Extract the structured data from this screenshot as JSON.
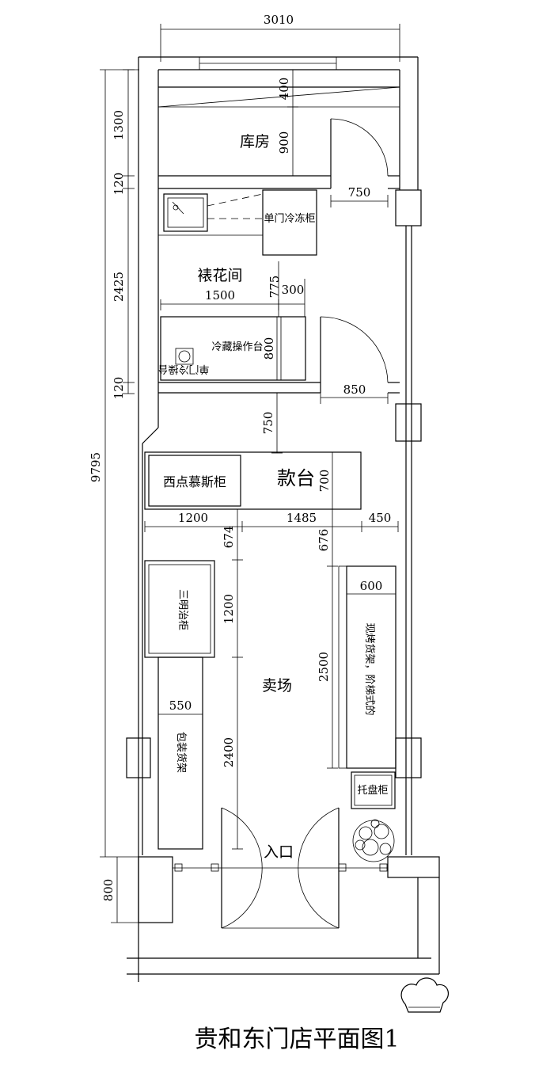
{
  "title": "贵和东门店平面图1",
  "rooms": {
    "storage": "库房",
    "decoration_room": "裱花间",
    "sales_floor": "卖场",
    "entrance": "入口"
  },
  "fixtures": {
    "freezer": "单门冷冻柜",
    "cold_table": "冷藏操作台",
    "door_table": "单门冷操台",
    "mousse_cabinet": "西点慕斯柜",
    "counter": "款台",
    "sandwich_cabinet": "三明治柜",
    "package_shelf": "包装货架",
    "bake_shelf": "现烤货架，阶梯式的",
    "tray_cabinet": "托盘柜"
  },
  "dimensions": {
    "top_width": "3010",
    "storage_height": "1300",
    "storage_upper": "400",
    "storage_lower": "900",
    "wall_a": "120",
    "wall_b": "120",
    "door_a": "750",
    "decoration_height": "2425",
    "table_width": "1500",
    "gap_775": "775",
    "gap_300": "300",
    "table_depth": "800",
    "door_b": "850",
    "corridor": "750",
    "total_height": "9795",
    "counter_depth": "700",
    "row_1200": "1200",
    "row_1485": "1485",
    "row_450": "450",
    "gap_674": "674",
    "gap_676": "676",
    "sandwich_len": "1200",
    "shelf_width": "600",
    "shelf_len": "2500",
    "package_width": "550",
    "package_len": "2400",
    "bottom_800": "800"
  }
}
